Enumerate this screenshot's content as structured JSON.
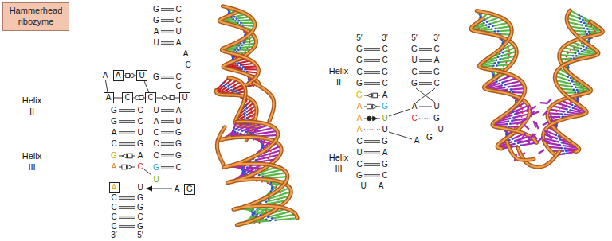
{
  "diagram": {
    "title": "Hammerhead ribozyme",
    "nodes": [
      {
        "text": [
          "A"
        ]
      },
      {
        "text": [
          "U"
        ]
      },
      {
        "text": [
          "A"
        ]
      },
      {
        "text": [
          "C"
        ]
      },
      {
        "text": [
          "C"
        ]
      },
      {
        "text": [
          "U"
        ]
      },
      {
        "text": [
          "A"
        ]
      },
      {
        "text": [
          "G"
        ]
      }
    ],
    "edges": [
      {
        "from": 0,
        "to": 1,
        "arrow": "none"
      },
      {
        "from": 3,
        "to": 4,
        "arrow": "none"
      },
      {
        "from": 4,
        "to": 5,
        "arrow": "none"
      },
      {
        "from": 2,
        "to": 3,
        "arrow": "none"
      },
      {
        "from": 1,
        "to": 4,
        "arrow": "none"
      }
    ],
    "labels": [
      "G",
      "C",
      "G",
      "C",
      "A",
      "U",
      "U",
      "A",
      "A",
      "C",
      "G",
      "C",
      "C",
      "A",
      "U",
      "A",
      "A",
      "U",
      "C",
      "G",
      "C",
      "G",
      "C",
      "G",
      "G",
      "C",
      "U",
      "A",
      "G",
      "C",
      "G",
      "C",
      "A",
      "U",
      "C",
      "G",
      "G",
      "A",
      "A",
      "C",
      "U",
      "C",
      "G",
      "C",
      "G",
      "C",
      "C",
      "C",
      "G",
      "3′",
      "5′",
      "Helix II",
      "Helix III",
      "5′",
      "3′",
      "G",
      "C",
      "G",
      "C",
      "C",
      "G",
      "G",
      "C",
      "G",
      "A",
      "A",
      "G",
      "A",
      "U",
      "A",
      "U",
      "C",
      "G",
      "U",
      "A",
      "C",
      "G",
      "G",
      "C",
      "U",
      "A",
      "5′",
      "3′",
      "G",
      "C",
      "U",
      "A",
      "C",
      "G",
      "G",
      "C",
      "A",
      "U",
      "C",
      "G",
      "U",
      "G",
      "A",
      "Helix II",
      "Helix III"
    ]
  }
}
